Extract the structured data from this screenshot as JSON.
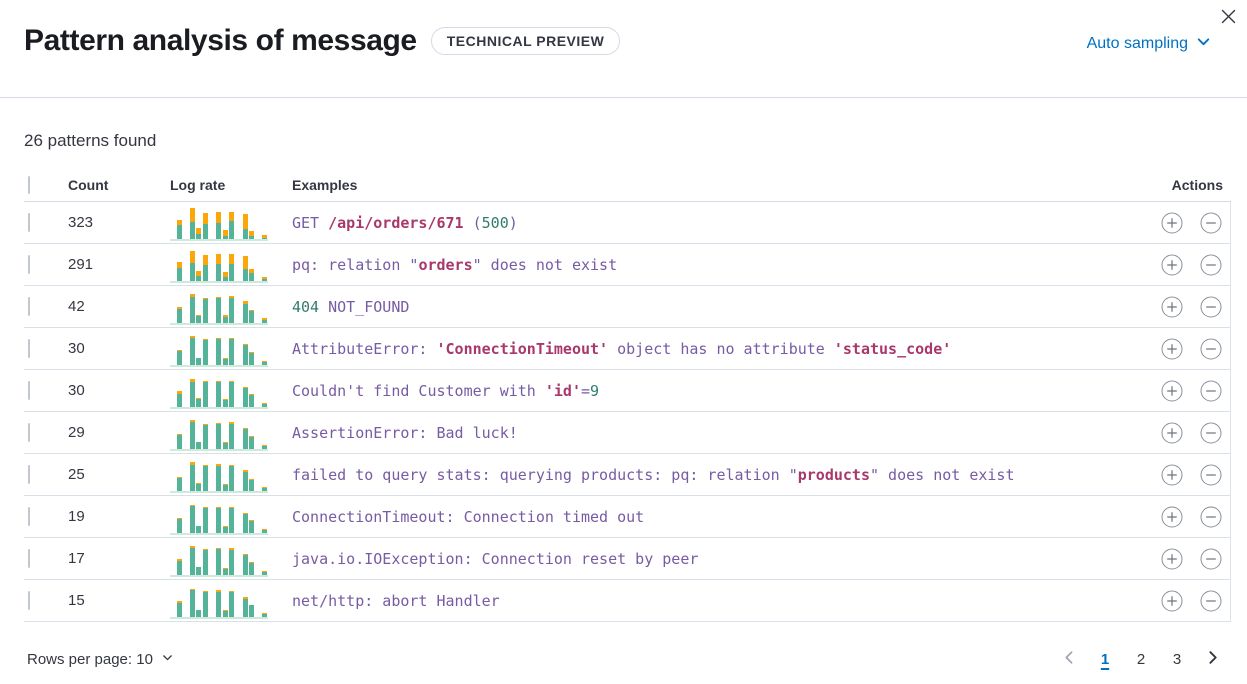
{
  "header": {
    "title": "Pattern analysis of message",
    "badge": "TECHNICAL PREVIEW",
    "sampling_label": "Auto sampling"
  },
  "summary": {
    "text": "26 patterns found"
  },
  "table": {
    "columns": {
      "count": "Count",
      "log_rate": "Log rate",
      "examples": "Examples",
      "actions": "Actions"
    },
    "rows": [
      {
        "count": "323",
        "example": [
          {
            "t": "GET ",
            "c": "p"
          },
          {
            "t": "/api/orders/671",
            "c": "r"
          },
          {
            "t": " (",
            "c": "p"
          },
          {
            "t": "500",
            "c": "g"
          },
          {
            "t": ")",
            "c": "p"
          }
        ]
      },
      {
        "count": "291",
        "example": [
          {
            "t": "pq: relation \"",
            "c": "p"
          },
          {
            "t": "orders",
            "c": "r"
          },
          {
            "t": "\" does not exist",
            "c": "p"
          }
        ]
      },
      {
        "count": "42",
        "example": [
          {
            "t": "404",
            "c": "g"
          },
          {
            "t": " NOT_FOUND",
            "c": "p"
          }
        ]
      },
      {
        "count": "30",
        "example": [
          {
            "t": "AttributeError: ",
            "c": "p"
          },
          {
            "t": "'ConnectionTimeout'",
            "c": "r"
          },
          {
            "t": " object has no attribute ",
            "c": "p"
          },
          {
            "t": "'status_code'",
            "c": "r"
          }
        ]
      },
      {
        "count": "30",
        "example": [
          {
            "t": "Couldn't find Customer with ",
            "c": "p"
          },
          {
            "t": "'id'",
            "c": "r"
          },
          {
            "t": "=",
            "c": "p"
          },
          {
            "t": "9",
            "c": "g"
          }
        ]
      },
      {
        "count": "29",
        "example": [
          {
            "t": "AssertionError: Bad luck!",
            "c": "p"
          }
        ]
      },
      {
        "count": "25",
        "example": [
          {
            "t": "failed to query stats: querying products: pq: relation \"",
            "c": "p"
          },
          {
            "t": "products",
            "c": "r"
          },
          {
            "t": "\" does not exist",
            "c": "p"
          }
        ]
      },
      {
        "count": "19",
        "example": [
          {
            "t": "ConnectionTimeout: Connection timed out",
            "c": "p"
          }
        ]
      },
      {
        "count": "17",
        "example": [
          {
            "t": "java.io.IOException: Connection reset by peer",
            "c": "p"
          }
        ]
      },
      {
        "count": "15",
        "example": [
          {
            "t": "net/http: abort Handler",
            "c": "p"
          }
        ]
      }
    ]
  },
  "footer": {
    "rows_per_page_label": "Rows per page: 10",
    "pages": [
      "1",
      "2",
      "3"
    ],
    "active_page": "1"
  },
  "colors": {
    "accent_blue": "#0071c2",
    "bar_green": "#54b399",
    "bar_green_light": "#a8d8c4",
    "bar_orange": "#fba70b",
    "token_purple": "#775ba3",
    "token_red": "#a8386c",
    "token_green": "#2f7d6b",
    "divider": "#d3dae6",
    "text": "#343741"
  },
  "chart_data": [
    {
      "type": "bar",
      "stacked": true,
      "units": "percent_of_chart_height",
      "legend": false,
      "axes": false,
      "series": [
        {
          "name": "green",
          "values": [
            3,
            46,
            3,
            56,
            22,
            50,
            5,
            54,
            16,
            58,
            4,
            36,
            16,
            3,
            10
          ]
        },
        {
          "name": "orange",
          "values": [
            0,
            16,
            0,
            40,
            16,
            32,
            0,
            32,
            16,
            28,
            0,
            44,
            14,
            0,
            8
          ]
        }
      ]
    },
    {
      "type": "bar",
      "stacked": true,
      "units": "percent_of_chart_height",
      "legend": false,
      "axes": false,
      "series": [
        {
          "name": "green",
          "values": [
            3,
            44,
            3,
            58,
            22,
            52,
            5,
            56,
            18,
            56,
            4,
            40,
            30,
            3,
            12
          ]
        },
        {
          "name": "orange",
          "values": [
            0,
            18,
            0,
            36,
            14,
            30,
            0,
            30,
            14,
            30,
            0,
            40,
            10,
            0,
            6
          ]
        }
      ]
    },
    {
      "type": "bar",
      "stacked": true,
      "units": "percent_of_chart_height",
      "legend": false,
      "axes": false,
      "series": [
        {
          "name": "green",
          "values": [
            3,
            46,
            3,
            82,
            26,
            76,
            6,
            78,
            24,
            80,
            4,
            62,
            40,
            3,
            14
          ]
        },
        {
          "name": "orange",
          "values": [
            0,
            6,
            0,
            10,
            3,
            4,
            0,
            4,
            4,
            6,
            0,
            8,
            4,
            0,
            6
          ]
        }
      ]
    },
    {
      "type": "bar",
      "stacked": true,
      "units": "percent_of_chart_height",
      "legend": false,
      "axes": false,
      "series": [
        {
          "name": "green",
          "values": [
            4,
            48,
            4,
            86,
            26,
            78,
            6,
            82,
            24,
            82,
            4,
            66,
            42,
            3,
            16
          ]
        },
        {
          "name": "orange",
          "values": [
            0,
            2,
            0,
            4,
            2,
            3,
            0,
            3,
            3,
            3,
            0,
            3,
            2,
            0,
            2
          ]
        }
      ]
    },
    {
      "type": "bar",
      "stacked": true,
      "units": "percent_of_chart_height",
      "legend": false,
      "axes": false,
      "series": [
        {
          "name": "green",
          "values": [
            3,
            44,
            3,
            80,
            28,
            78,
            6,
            80,
            26,
            78,
            4,
            62,
            40,
            3,
            14
          ]
        },
        {
          "name": "orange",
          "values": [
            0,
            8,
            0,
            8,
            3,
            3,
            0,
            3,
            4,
            3,
            0,
            4,
            3,
            0,
            3
          ]
        }
      ]
    },
    {
      "type": "bar",
      "stacked": true,
      "units": "percent_of_chart_height",
      "legend": false,
      "axes": false,
      "series": [
        {
          "name": "green",
          "values": [
            3,
            46,
            3,
            84,
            26,
            76,
            6,
            80,
            24,
            80,
            4,
            64,
            40,
            3,
            14
          ]
        },
        {
          "name": "orange",
          "values": [
            0,
            4,
            0,
            6,
            2,
            3,
            0,
            3,
            3,
            4,
            0,
            5,
            3,
            0,
            3
          ]
        }
      ]
    },
    {
      "type": "bar",
      "stacked": true,
      "units": "percent_of_chart_height",
      "legend": false,
      "axes": false,
      "series": [
        {
          "name": "green",
          "values": [
            3,
            44,
            3,
            82,
            26,
            78,
            6,
            80,
            24,
            78,
            4,
            62,
            38,
            3,
            14
          ]
        },
        {
          "name": "orange",
          "values": [
            0,
            4,
            0,
            8,
            3,
            3,
            0,
            4,
            3,
            4,
            0,
            6,
            3,
            0,
            4
          ]
        }
      ]
    },
    {
      "type": "bar",
      "stacked": true,
      "units": "percent_of_chart_height",
      "legend": false,
      "axes": false,
      "series": [
        {
          "name": "green",
          "values": [
            3,
            46,
            3,
            84,
            26,
            78,
            6,
            80,
            24,
            80,
            4,
            62,
            40,
            3,
            14
          ]
        },
        {
          "name": "orange",
          "values": [
            0,
            3,
            0,
            5,
            2,
            3,
            0,
            3,
            3,
            3,
            0,
            4,
            3,
            0,
            3
          ]
        }
      ]
    },
    {
      "type": "bar",
      "stacked": true,
      "units": "percent_of_chart_height",
      "legend": false,
      "axes": false,
      "series": [
        {
          "name": "green",
          "values": [
            3,
            48,
            3,
            86,
            28,
            78,
            6,
            82,
            24,
            80,
            4,
            64,
            40,
            3,
            14
          ]
        },
        {
          "name": "orange",
          "values": [
            0,
            4,
            0,
            5,
            2,
            3,
            0,
            3,
            3,
            4,
            0,
            4,
            3,
            0,
            3
          ]
        }
      ]
    },
    {
      "type": "bar",
      "stacked": true,
      "units": "percent_of_chart_height",
      "legend": false,
      "axes": false,
      "series": [
        {
          "name": "green",
          "values": [
            3,
            46,
            3,
            84,
            26,
            80,
            6,
            80,
            24,
            78,
            4,
            60,
            40,
            3,
            16
          ]
        },
        {
          "name": "orange",
          "values": [
            0,
            6,
            0,
            5,
            2,
            3,
            0,
            4,
            3,
            3,
            0,
            4,
            2,
            0,
            3
          ]
        }
      ]
    }
  ]
}
